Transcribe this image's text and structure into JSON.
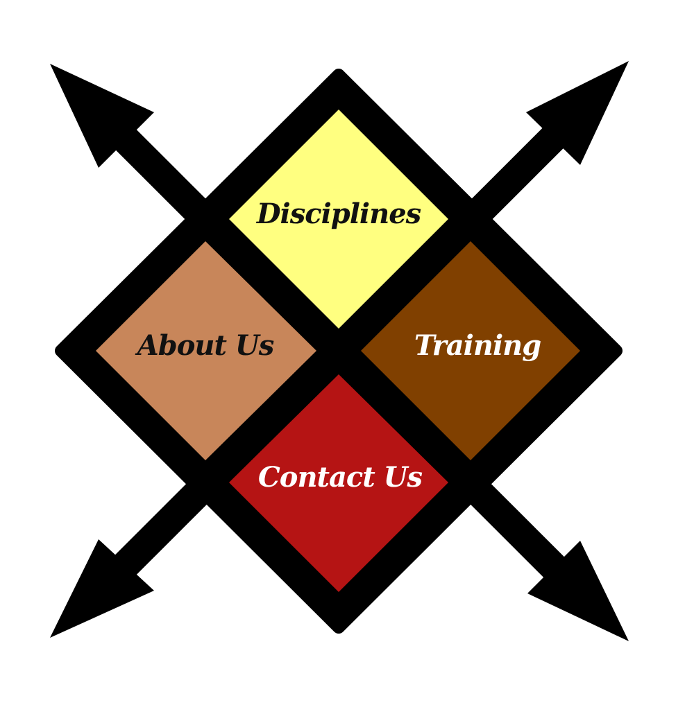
{
  "nav": {
    "items": [
      {
        "key": "disciplines",
        "label": "Disciplines",
        "fill": "#FFFF80",
        "text_color": "#111111"
      },
      {
        "key": "about",
        "label": "About Us",
        "fill": "#C8865A",
        "text_color": "#111111"
      },
      {
        "key": "training",
        "label": "Training",
        "fill": "#804000",
        "text_color": "#FFFFFF"
      },
      {
        "key": "contact",
        "label": "Contact Us",
        "fill": "#B51414",
        "text_color": "#FFFFFF"
      }
    ]
  },
  "colors": {
    "frame": "#000000",
    "background": "#FFFFFF"
  },
  "icons": {
    "arrows": [
      "arrow-up-left-icon",
      "arrow-up-right-icon",
      "arrow-down-left-icon",
      "arrow-down-right-icon"
    ]
  }
}
